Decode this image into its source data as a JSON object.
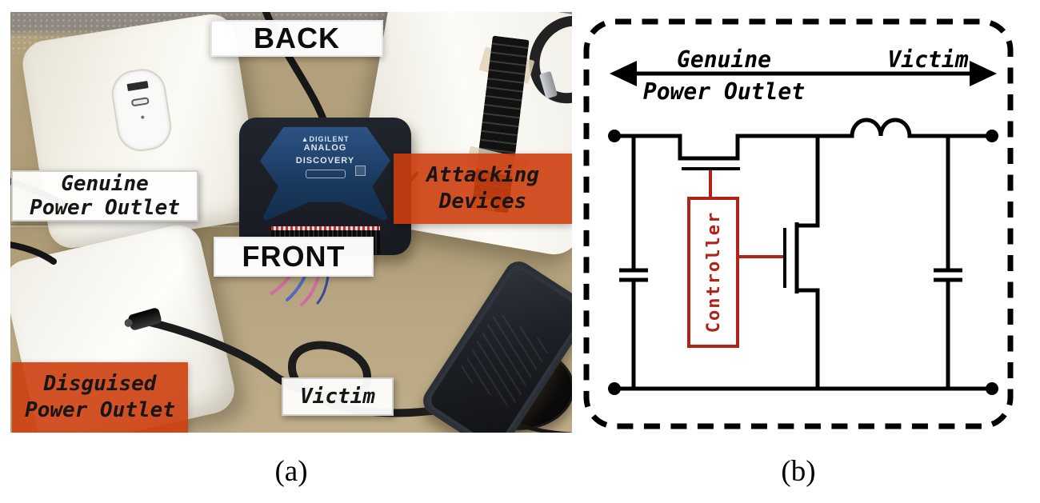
{
  "figure": {
    "panel_a": {
      "caption": "(a)",
      "back_label": "BACK",
      "front_label": "FRONT",
      "genuine_label_line1": "Genuine",
      "genuine_label_line2": "Power Outlet",
      "attacking_label_line1": "Attacking",
      "attacking_label_line2": "Devices",
      "disguised_label_line1": "Disguised",
      "disguised_label_line2": "Power Outlet",
      "victim_label": "Victim",
      "digilent": {
        "logo_mark": "▲",
        "brand": "DIGILENT",
        "line1": "ANALOG",
        "line2": "DISCOVERY"
      }
    },
    "panel_b": {
      "caption": "(b)",
      "arrow_left_line1": "Genuine",
      "arrow_left_line2": "Power Outlet",
      "arrow_right": "Victim",
      "controller": "Controller"
    },
    "colors": {
      "highlight_box_red": "#cd3e0e",
      "circuit_red": "#b02318",
      "desk_tan": "#b3a27d"
    }
  }
}
